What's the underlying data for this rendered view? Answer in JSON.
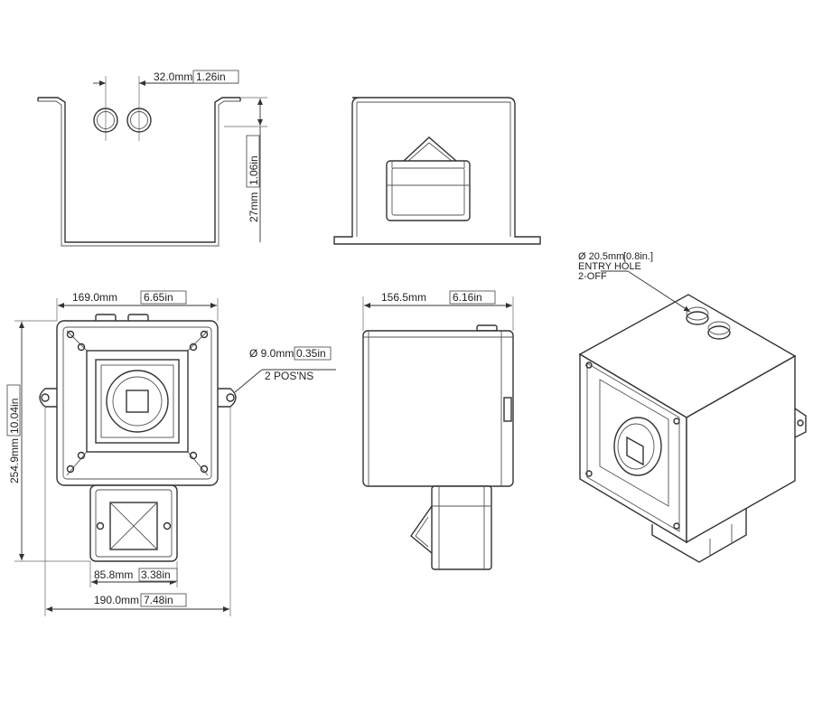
{
  "dimensions": {
    "bracket_spacing": {
      "value": "32.0mm",
      "alt": "1.26in"
    },
    "bracket_depth": {
      "value": "27mm",
      "alt": "1.06in"
    },
    "front_width": {
      "value": "169.0mm",
      "alt": "6.65in"
    },
    "front_height": {
      "value": "254.9mm",
      "alt": "10.04in"
    },
    "side_depth": {
      "value": "156.5mm",
      "alt": "6.16in"
    },
    "sounder_width": {
      "value": "85.8mm",
      "alt": "3.38in"
    },
    "overall_width": {
      "value": "190.0mm",
      "alt": "7.48in"
    }
  },
  "notes": {
    "mount_holes": {
      "value": "Ø 9.0mm",
      "alt": "0.35in",
      "qty": "2 POS'NS"
    },
    "entry_hole": {
      "value": "Ø 20.5mm",
      "alt": "[0.8in.]",
      "line2": "ENTRY HOLE",
      "line3": "2-OFF"
    }
  }
}
